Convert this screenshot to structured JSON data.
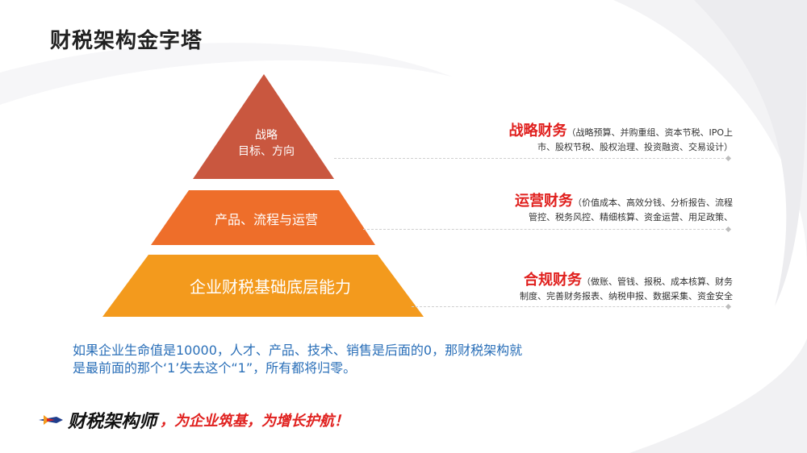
{
  "page": {
    "title": "财税架构金字塔"
  },
  "pyramid": {
    "tiers": [
      {
        "lines": [
          "战略",
          "目标、方向"
        ],
        "color": "#c9573f"
      },
      {
        "lines": [
          "产品、流程与运营"
        ],
        "color": "#ee6e2a"
      },
      {
        "lines": [
          "企业财税基础底层能力"
        ],
        "color": "#f39a1d"
      }
    ]
  },
  "descriptions": [
    {
      "title": "战略财务",
      "line1": "（战略预算、并购重组、资本节税、IPO上",
      "line2": "市、股权节税、股权治理、投资融资、交易设计）"
    },
    {
      "title": "运营财务",
      "line1": "（价值成本、高效分钱、分析报告、流程",
      "line2": "管控、税务风控、精细核算、资金运营、用足政策、"
    },
    {
      "title": "合规财务",
      "line1": "（做账、管钱、报税、成本核算、财务",
      "line2": "制度、完善财务报表、纳税申报、数据采集、资金安全"
    }
  ],
  "quote": {
    "line1": "如果企业生命值是10000，人才、产品、技术、销售是后面的0，那财税架构就",
    "line2": "是最前面的那个‘1’失去这个“1”，所有都将归零。"
  },
  "footer": {
    "brand": "财税架构师",
    "slogan": "，为企业筑基，为增长护航！"
  },
  "colors": {
    "accent_red": "#e0201e",
    "quote_blue": "#2a6fb8",
    "title": "#222222"
  }
}
